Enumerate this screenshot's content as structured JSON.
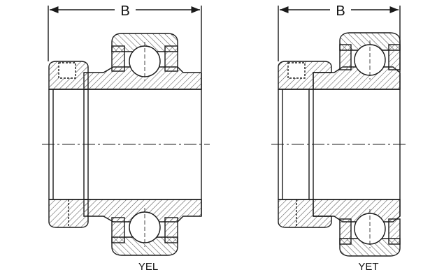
{
  "diagrams": [
    {
      "caption": "YEL",
      "dimension_label": "B"
    },
    {
      "caption": "YET",
      "dimension_label": "B"
    }
  ],
  "colors": {
    "line": "#1a1a1a",
    "hatch": "#555555",
    "background": "#ffffff"
  }
}
